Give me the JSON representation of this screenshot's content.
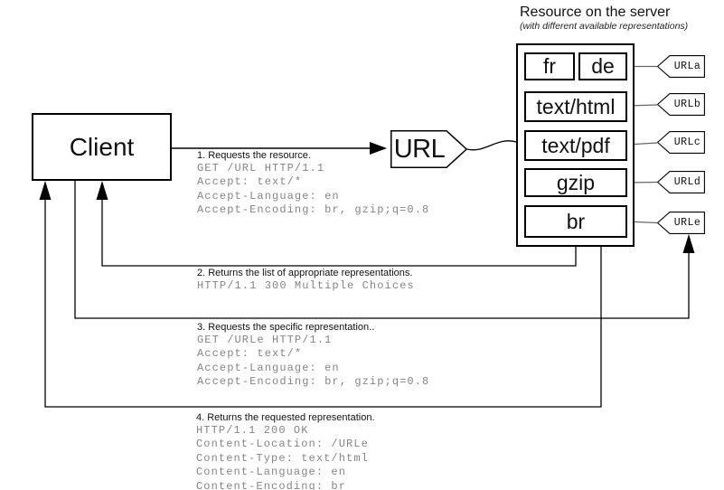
{
  "title": "Resource on the server",
  "subtitle": "(with different available representations)",
  "client": {
    "label": "Client"
  },
  "url_node": {
    "label": "URL"
  },
  "server": {
    "representations": [
      {
        "label": "fr"
      },
      {
        "label": "de"
      },
      {
        "label": "text/html"
      },
      {
        "label": "text/pdf"
      },
      {
        "label": "gzip"
      },
      {
        "label": "br"
      }
    ],
    "tags": [
      {
        "label": "URLa"
      },
      {
        "label": "URLb"
      },
      {
        "label": "URLc"
      },
      {
        "label": "URLd"
      },
      {
        "label": "URLe"
      }
    ]
  },
  "messages": [
    {
      "label": "1. Requests the resource.",
      "lines": [
        "GET /URL HTTP/1.1",
        "Accept: text/*",
        "Accept-Language: en",
        "Accept-Encoding: br, gzip;q=0.8"
      ]
    },
    {
      "label": "2. Returns the list of  appropriate representations.",
      "lines": [
        "HTTP/1.1 300 Multiple Choices"
      ]
    },
    {
      "label": "3. Requests the specific representation..",
      "lines": [
        "GET /URLe HTTP/1.1",
        "Accept: text/*",
        "Accept-Language: en",
        "Accept-Encoding: br, gzip;q=0.8"
      ]
    },
    {
      "label": "4. Returns the requested representation.",
      "lines": [
        "HTTP/1.1 200 OK",
        "Content-Location: /URLe",
        "Content-Type: text/html",
        "Content-Language: en",
        "Content-Encoding: br"
      ]
    }
  ],
  "colors": {
    "line": "#000000",
    "mono_text": "#858585",
    "connector": "#666666"
  }
}
